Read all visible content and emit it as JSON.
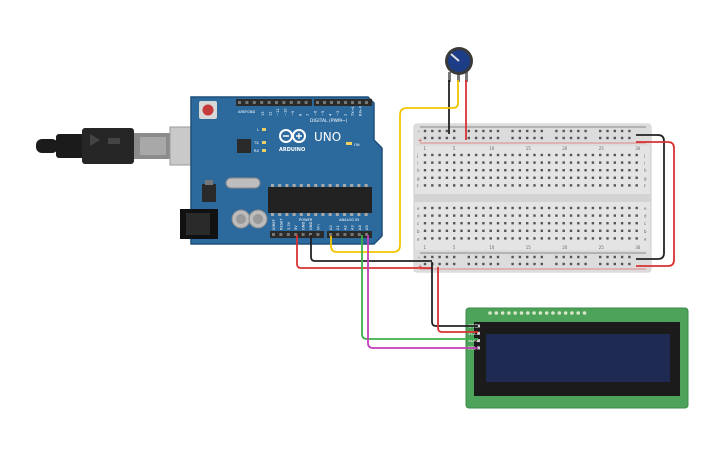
{
  "board": {
    "brand": "ARDUINO",
    "model": "UNO",
    "digital_header": "DIGITAL (PWM~)",
    "power_header": "POWER",
    "analog_header": "ANALOG IN",
    "on_label": "ON",
    "tx_label": "TX",
    "rx_label": "RX",
    "l_label": "L",
    "aref_label": "AREF",
    "gnd_label": "GND",
    "digital_pins": [
      "13",
      "12",
      "~11",
      "~10",
      "~9",
      "8",
      "7",
      "~6",
      "~5",
      "4",
      "~3",
      "2",
      "TX→1",
      "RX←0"
    ],
    "power_pins": [
      "IOREF",
      "RESET",
      "3.3V",
      "5V",
      "GND",
      "GND",
      "Vin"
    ],
    "analog_pins": [
      "A0",
      "A1",
      "A2",
      "A3",
      "A4",
      "A5"
    ],
    "colors": {
      "board": "#2c6a9e",
      "board_dark": "#1f4f78",
      "header": "#2b2b2b"
    }
  },
  "lcd": {
    "pins": [
      "GND",
      "VCC",
      "SDA",
      "SCL"
    ],
    "colors": {
      "pcb": "#4ea35a",
      "bezel": "#1b1b1b",
      "screen": "#1e2a52"
    }
  },
  "breadboard": {
    "columns": [
      "1",
      "5",
      "10",
      "15",
      "20",
      "25",
      "30"
    ],
    "rows_top": [
      "j",
      "i",
      "h",
      "g",
      "f"
    ],
    "rows_bottom": [
      "e",
      "d",
      "c",
      "b",
      "a"
    ],
    "rail_plus": "+",
    "rail_minus": "-"
  },
  "potentiometer": {
    "color": "#1d3d87"
  },
  "wires": {
    "red": "#d93232",
    "black": "#222222",
    "yellow": "#f2c500",
    "green": "#3db14a",
    "magenta": "#c43fb8"
  },
  "usb_cable": {
    "color": "#1b1b1b"
  }
}
